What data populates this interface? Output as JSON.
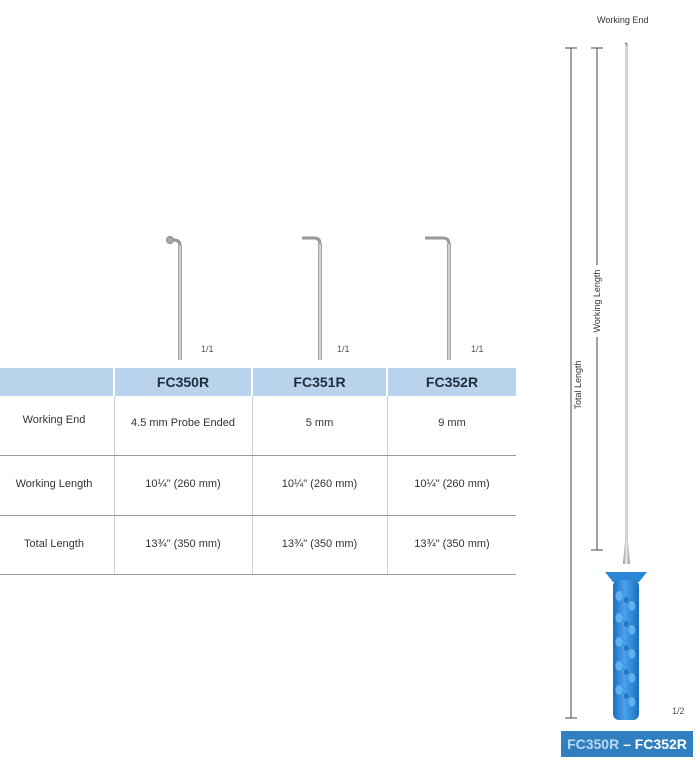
{
  "header_right": {
    "working_end_label": "Working End"
  },
  "tips": [
    {
      "scale": "1/1"
    },
    {
      "scale": "1/1"
    },
    {
      "scale": "1/1"
    }
  ],
  "table": {
    "columns": [
      "FC350R",
      "FC351R",
      "FC352R"
    ],
    "rows": [
      {
        "label": "Working End",
        "values": [
          "4.5 mm Probe Ended",
          "5 mm",
          "9 mm"
        ]
      },
      {
        "label": "Working Length",
        "values": [
          "10¼\" (260 mm)",
          "10¼\" (260 mm)",
          "10¼\" (260 mm)"
        ]
      },
      {
        "label": "Total Length",
        "values": [
          "13¾\" (350 mm)",
          "13¾\" (350 mm)",
          "13¾\" (350 mm)"
        ]
      }
    ]
  },
  "instrument": {
    "working_length_label": "Working Length",
    "total_length_label": "Total Length",
    "scale": "1/2",
    "handle_color": "#2a86d6"
  },
  "caption": {
    "part1": "FC350R",
    "sep": " – ",
    "part2": "FC352R"
  }
}
